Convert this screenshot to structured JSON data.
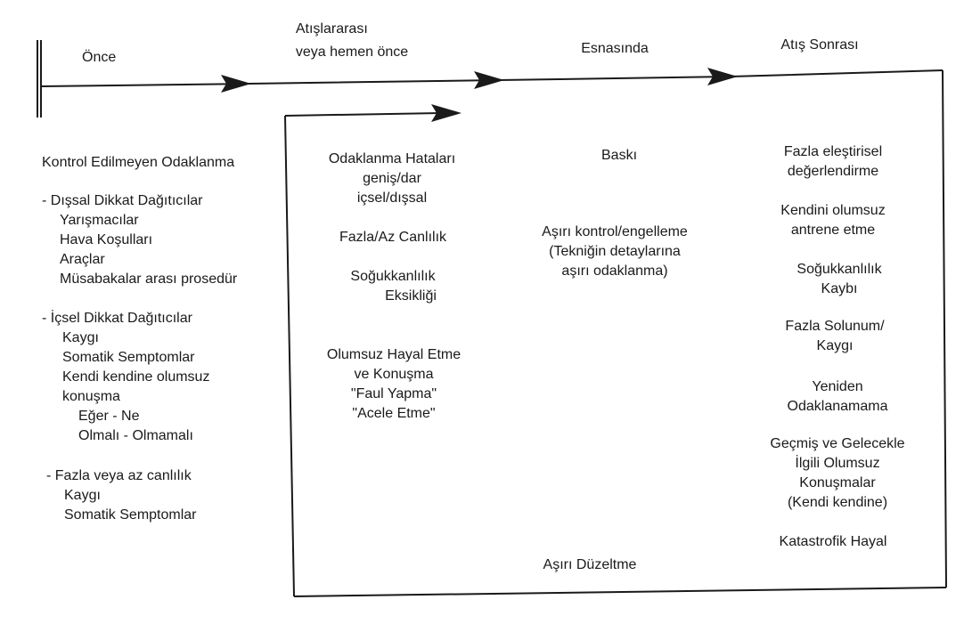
{
  "phases": {
    "before": "Önce",
    "between_line1": "Atışlararası",
    "between_line2": "veya hemen önce",
    "during": "Esnasında",
    "after": "Atış Sonrası"
  },
  "left_column": {
    "title": "Kontrol Edilmeyen Odaklanma",
    "external": {
      "heading": "- Dışsal Dikkat Dağıtıcılar",
      "items": [
        "Yarışmacılar",
        "Hava Koşulları",
        "Araçlar",
        "Müsabakalar arası prosedür"
      ]
    },
    "internal": {
      "heading": "- İçsel Dikkat Dağıtıcılar",
      "items": [
        "Kaygı",
        "Somatik Semptomlar",
        "Kendi kendine olumsuz",
        "konuşma"
      ],
      "subitems": [
        "Eğer - Ne",
        "Olmalı - Olmamalı"
      ]
    },
    "arousal": {
      "heading": "- Fazla veya az canlılık",
      "items": [
        "Kaygı",
        "Somatik Semptomlar"
      ]
    }
  },
  "between_column": {
    "focus_errors": [
      "Odaklanma Hataları",
      "geniş/dar",
      "içsel/dışsal"
    ],
    "arousal": "Fazla/Az Canlılık",
    "composure": [
      "Soğukkanlılık",
      "Eksikliği"
    ],
    "imagery": [
      "Olumsuz Hayal Etme",
      "ve Konuşma",
      "\"Faul Yapma\"",
      "\"Acele Etme\""
    ]
  },
  "during_column": {
    "pressure": "Baskı",
    "overcontrol": [
      "Aşırı kontrol/engelleme",
      "(Tekniğin detaylarına",
      "aşırı odaklanma)"
    ],
    "overcorrection": "Aşırı Düzeltme"
  },
  "after_column": {
    "critical": [
      "Fazla eleştirisel",
      "değerlendirme"
    ],
    "negative_training": [
      "Kendini olumsuz",
      "antrene etme"
    ],
    "composure_loss": [
      "Soğukkanlılık",
      "Kaybı"
    ],
    "breathing": [
      "Fazla Solunum/",
      "Kaygı"
    ],
    "refocus": [
      "Yeniden",
      "Odaklanamama"
    ],
    "past_future": [
      "Geçmiş ve Gelecekle",
      "İlgili Olumsuz",
      "Konuşmalar",
      "(Kendi kendine)"
    ],
    "catastrophic": "Katastrofik Hayal"
  }
}
